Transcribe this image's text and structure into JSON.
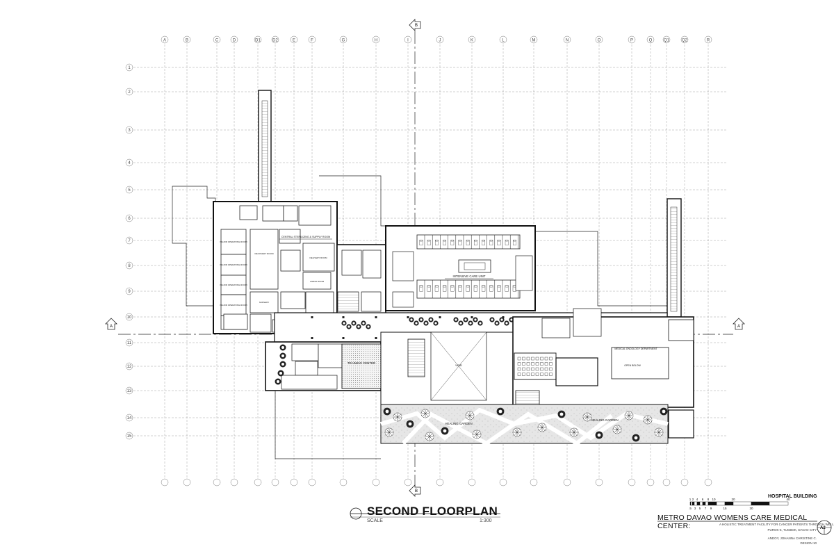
{
  "drawing": {
    "title": "SECOND FLOORPLAN",
    "scale_label": "SCALE",
    "scale_value": "1:300",
    "building": "HOSPITAL BUILDING",
    "project": "METRO DAVAO WOMENS CARE MEDICAL CENTER:",
    "subtitle": "A HOLISTIC TREATMENT FACILITY FOR CANCER PATIENTS THROUGH WELLNESS ARCHITECTURE",
    "location": "PUROK-5, TUGBOK, DAVAO CITY",
    "author": "ANDOY, JOHANNA CHRISTINE C.",
    "course": "DESIGN 10",
    "sheet": "A2"
  },
  "grid": {
    "columns": [
      "A",
      "B",
      "C",
      "D",
      "D1",
      "D2",
      "E",
      "F",
      "G",
      "H",
      "I",
      "J",
      "K",
      "L",
      "M",
      "N",
      "O",
      "P",
      "Q",
      "Q1",
      "Q2",
      "R"
    ],
    "rows": [
      "1",
      "2",
      "3",
      "4",
      "5",
      "6",
      "7",
      "8",
      "9",
      "10",
      "11",
      "12",
      "13",
      "14",
      "15"
    ]
  },
  "section_markers": {
    "a": "A",
    "b": "B"
  },
  "scale_bar": {
    "top_ticks": [
      "1",
      "2",
      "4",
      "6",
      "8",
      "10",
      "",
      "",
      "20",
      "",
      "",
      "",
      "40"
    ],
    "bottom_ticks": [
      ".5",
      "",
      "3",
      "5",
      "7",
      "9",
      "",
      "",
      "15",
      "",
      "",
      "30"
    ]
  },
  "room_labels": {
    "icu": "INTENSIVE CARE UNIT",
    "central_sterile": "CENTRAL STERILIZING & SUPPLY ROOM",
    "training": "TRAINING CENTER",
    "healing_1": "HEALING GARDEN",
    "healing_2": "HEALING GARDEN",
    "medical_oncology": "MEDICAL ONCOLOGY DEPARTMENT",
    "open_below": "OPEN BELOW",
    "oper_1": "MAJOR OPERATING ROOM",
    "oper_2": "MAJOR OPERATING ROOM",
    "oper_3": "MAJOR OPERATING ROOM",
    "oper_4": "MAJOR OPERATING ROOM",
    "recovery": "RECOVERY ROOM",
    "delivery": "DELIVERY ROOM",
    "labor": "LABOR ROOM",
    "nursery": "NURSERY",
    "void": "VOID"
  }
}
